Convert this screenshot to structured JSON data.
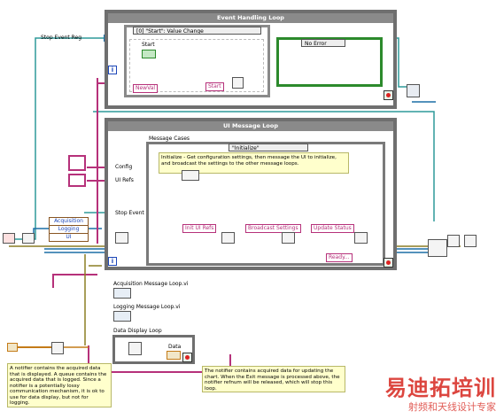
{
  "event_loop": {
    "title": "Event Handling Loop",
    "case_label": "[0] \"Start\": Value Change",
    "start_label": "Start",
    "newval_label": "NewVal",
    "start_const": "Start",
    "no_error": "No Error"
  },
  "ui_loop": {
    "title": "UI Message Loop",
    "message_cases": "Message Cases",
    "case_selector": "\"Initialize\"",
    "case_description": "Initialize - Get configuration settings, then message the UI to initialize, and broadcast the settings to the other message loops.",
    "cmd_init_ui": "Init UI Refs",
    "cmd_broadcast": "Broadcast Settings",
    "cmd_update_status": "Update Status",
    "ready_text": "Ready..."
  },
  "left_labels": {
    "stop_event_reg": "Stop Event Reg",
    "config": "Config",
    "ui_refs": "UI Refs",
    "stop_event": "Stop Event"
  },
  "cluster_items": [
    "Acquisition",
    "Logging",
    "UI"
  ],
  "subvis": {
    "acquisition": "Acquisition Message Loop.vi",
    "logging": "Logging Message Loop.vi"
  },
  "data_loop": {
    "title": "Data Display Loop",
    "data_label": "Data"
  },
  "comments": {
    "left": "A notifier contains the acquired data that is displayed. A queue contains the acquired data that is logged. Since a notifier is a potentially lossy communication mechanism, it is ok to use for data display, but not for logging.",
    "right": "The notifier contains acquired data for updating the chart. When the Exit message is processed above, the notifier refnum will be released, which will stop this loop."
  },
  "watermark": {
    "title": "易迪拓培训",
    "subtitle": "射频和天线设计专家"
  },
  "colors": {
    "wire_blue": "#1b6ea5",
    "wire_teal": "#2e9a9a",
    "wire_pink": "#b6317a",
    "wire_olive": "#8b7d23",
    "wire_green": "#2c8a2c",
    "wire_orange": "#c47b18",
    "watermark_red": "#d7261e"
  }
}
